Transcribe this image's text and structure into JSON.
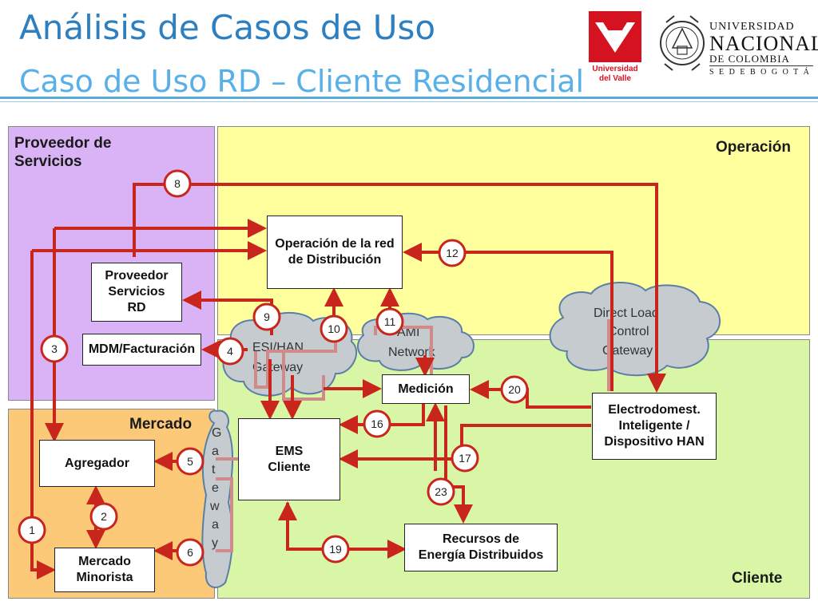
{
  "header": {
    "title": "Análisis de Casos de Uso",
    "subtitle": "Caso de Uso RD – Cliente Residencial"
  },
  "logos": {
    "univalle": {
      "line1": "Universidad",
      "line2": "del Valle"
    },
    "unal": {
      "line1": "UNIVERSIDAD",
      "line2": "NACIONAL",
      "line3": "DE COLOMBIA",
      "line4": "S E D E  B O G O T Á"
    }
  },
  "colors": {
    "arrow": "#c8261d",
    "proveedor_bg": "#d9b3f5",
    "operacion_bg": "#ffff9e",
    "mercado_bg": "#fbc977",
    "cliente_bg": "#d9f5a6",
    "cloud": "#c6cbcf"
  },
  "regions": {
    "proveedor": "Proveedor de\nServicios",
    "operacion": "Operación",
    "mercado": "Mercado",
    "cliente": "Cliente"
  },
  "boxes": {
    "operacion_red": "Operación de la red\nde Distribución",
    "proveedor_rd": "Proveedor\nServicios\nRD",
    "mdm": "MDM/Facturación",
    "agregador": "Agregador",
    "mercado_minorista": "Mercado\nMinorista",
    "medicion": "Medición",
    "ems": "EMS\nCliente",
    "electrodomest": "Electrodomest.\nInteligente /\nDispositivo HAN",
    "recursos": "Recursos de\nEnergía Distribuidos"
  },
  "clouds": {
    "esi_han": [
      "ESI/HAN",
      "Gateway"
    ],
    "ami": [
      "AMI",
      "Network"
    ],
    "dlc": [
      "Direct Load",
      "Control",
      "Gateway"
    ],
    "gateway_vertical": [
      "G",
      "a",
      "t",
      "e",
      "w",
      "a",
      "y"
    ]
  },
  "flows": [
    "1",
    "2",
    "3",
    "4",
    "5",
    "6",
    "8",
    "9",
    "10",
    "11",
    "12",
    "16",
    "17",
    "19",
    "20",
    "23"
  ]
}
